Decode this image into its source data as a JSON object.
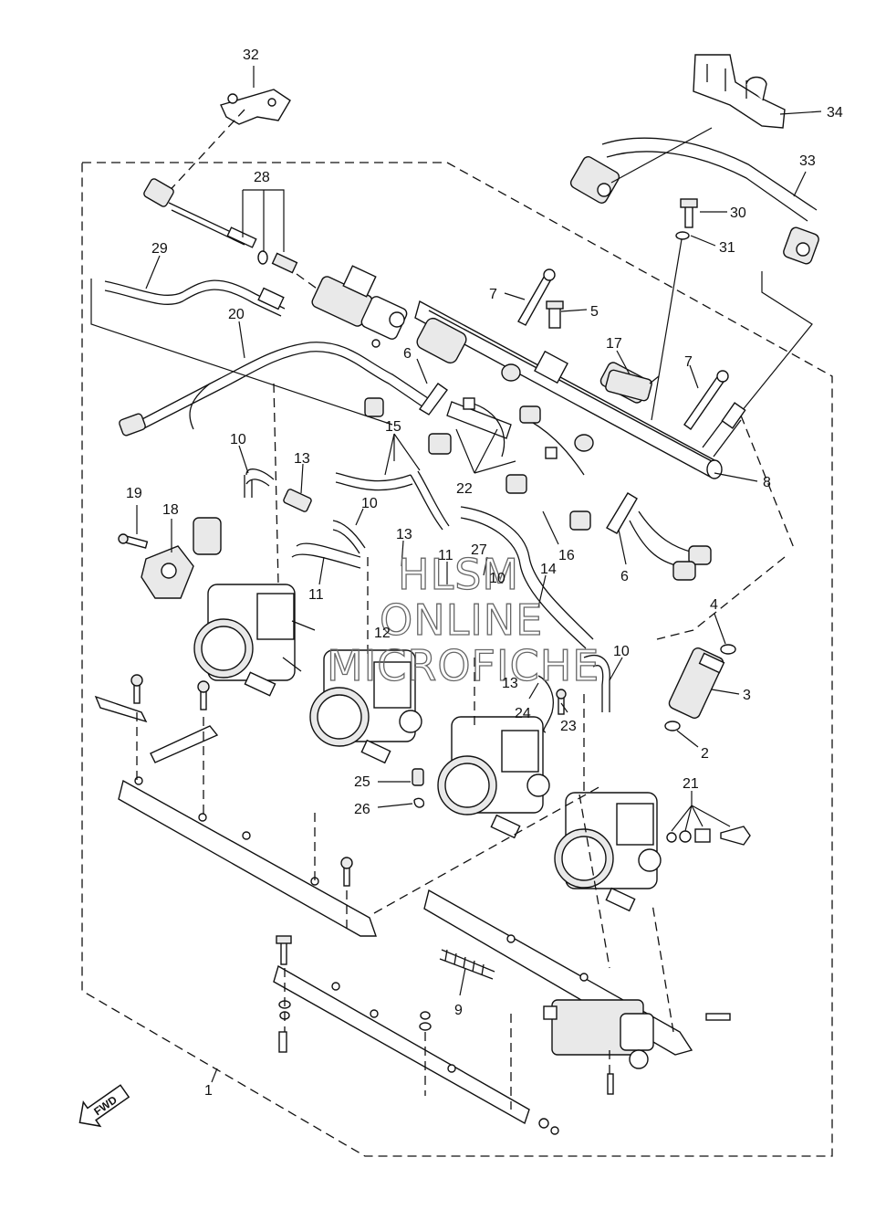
{
  "diagram": {
    "labels": [
      {
        "id": "label-1",
        "text": "1"
      },
      {
        "id": "label-2",
        "text": "2"
      },
      {
        "id": "label-3",
        "text": "3"
      },
      {
        "id": "label-4",
        "text": "4"
      },
      {
        "id": "label-5",
        "text": "5"
      },
      {
        "id": "label-6a",
        "text": "6"
      },
      {
        "id": "label-6b",
        "text": "6"
      },
      {
        "id": "label-7a",
        "text": "7"
      },
      {
        "id": "label-7b",
        "text": "7"
      },
      {
        "id": "label-8",
        "text": "8"
      },
      {
        "id": "label-9",
        "text": "9"
      },
      {
        "id": "label-10a",
        "text": "10"
      },
      {
        "id": "label-10b",
        "text": "10"
      },
      {
        "id": "label-10c",
        "text": "10"
      },
      {
        "id": "label-10d",
        "text": "10"
      },
      {
        "id": "label-11a",
        "text": "11"
      },
      {
        "id": "label-11b",
        "text": "11"
      },
      {
        "id": "label-12",
        "text": "12"
      },
      {
        "id": "label-13a",
        "text": "13"
      },
      {
        "id": "label-13b",
        "text": "13"
      },
      {
        "id": "label-13c",
        "text": "13"
      },
      {
        "id": "label-14",
        "text": "14"
      },
      {
        "id": "label-15",
        "text": "15"
      },
      {
        "id": "label-16",
        "text": "16"
      },
      {
        "id": "label-17",
        "text": "17"
      },
      {
        "id": "label-18",
        "text": "18"
      },
      {
        "id": "label-19",
        "text": "19"
      },
      {
        "id": "label-20",
        "text": "20"
      },
      {
        "id": "label-21",
        "text": "21"
      },
      {
        "id": "label-22",
        "text": "22"
      },
      {
        "id": "label-23",
        "text": "23"
      },
      {
        "id": "label-24",
        "text": "24"
      },
      {
        "id": "label-25",
        "text": "25"
      },
      {
        "id": "label-26",
        "text": "26"
      },
      {
        "id": "label-27",
        "text": "27"
      },
      {
        "id": "label-28",
        "text": "28"
      },
      {
        "id": "label-29",
        "text": "29"
      },
      {
        "id": "label-30",
        "text": "30"
      },
      {
        "id": "label-31",
        "text": "31"
      },
      {
        "id": "label-32",
        "text": "32"
      },
      {
        "id": "label-33",
        "text": "33"
      },
      {
        "id": "label-34",
        "text": "34"
      }
    ],
    "watermark": {
      "line1": "HLSM",
      "line2": "ONLINE",
      "line3": "MICROFICHE"
    },
    "fwd_badge": "FWD"
  }
}
